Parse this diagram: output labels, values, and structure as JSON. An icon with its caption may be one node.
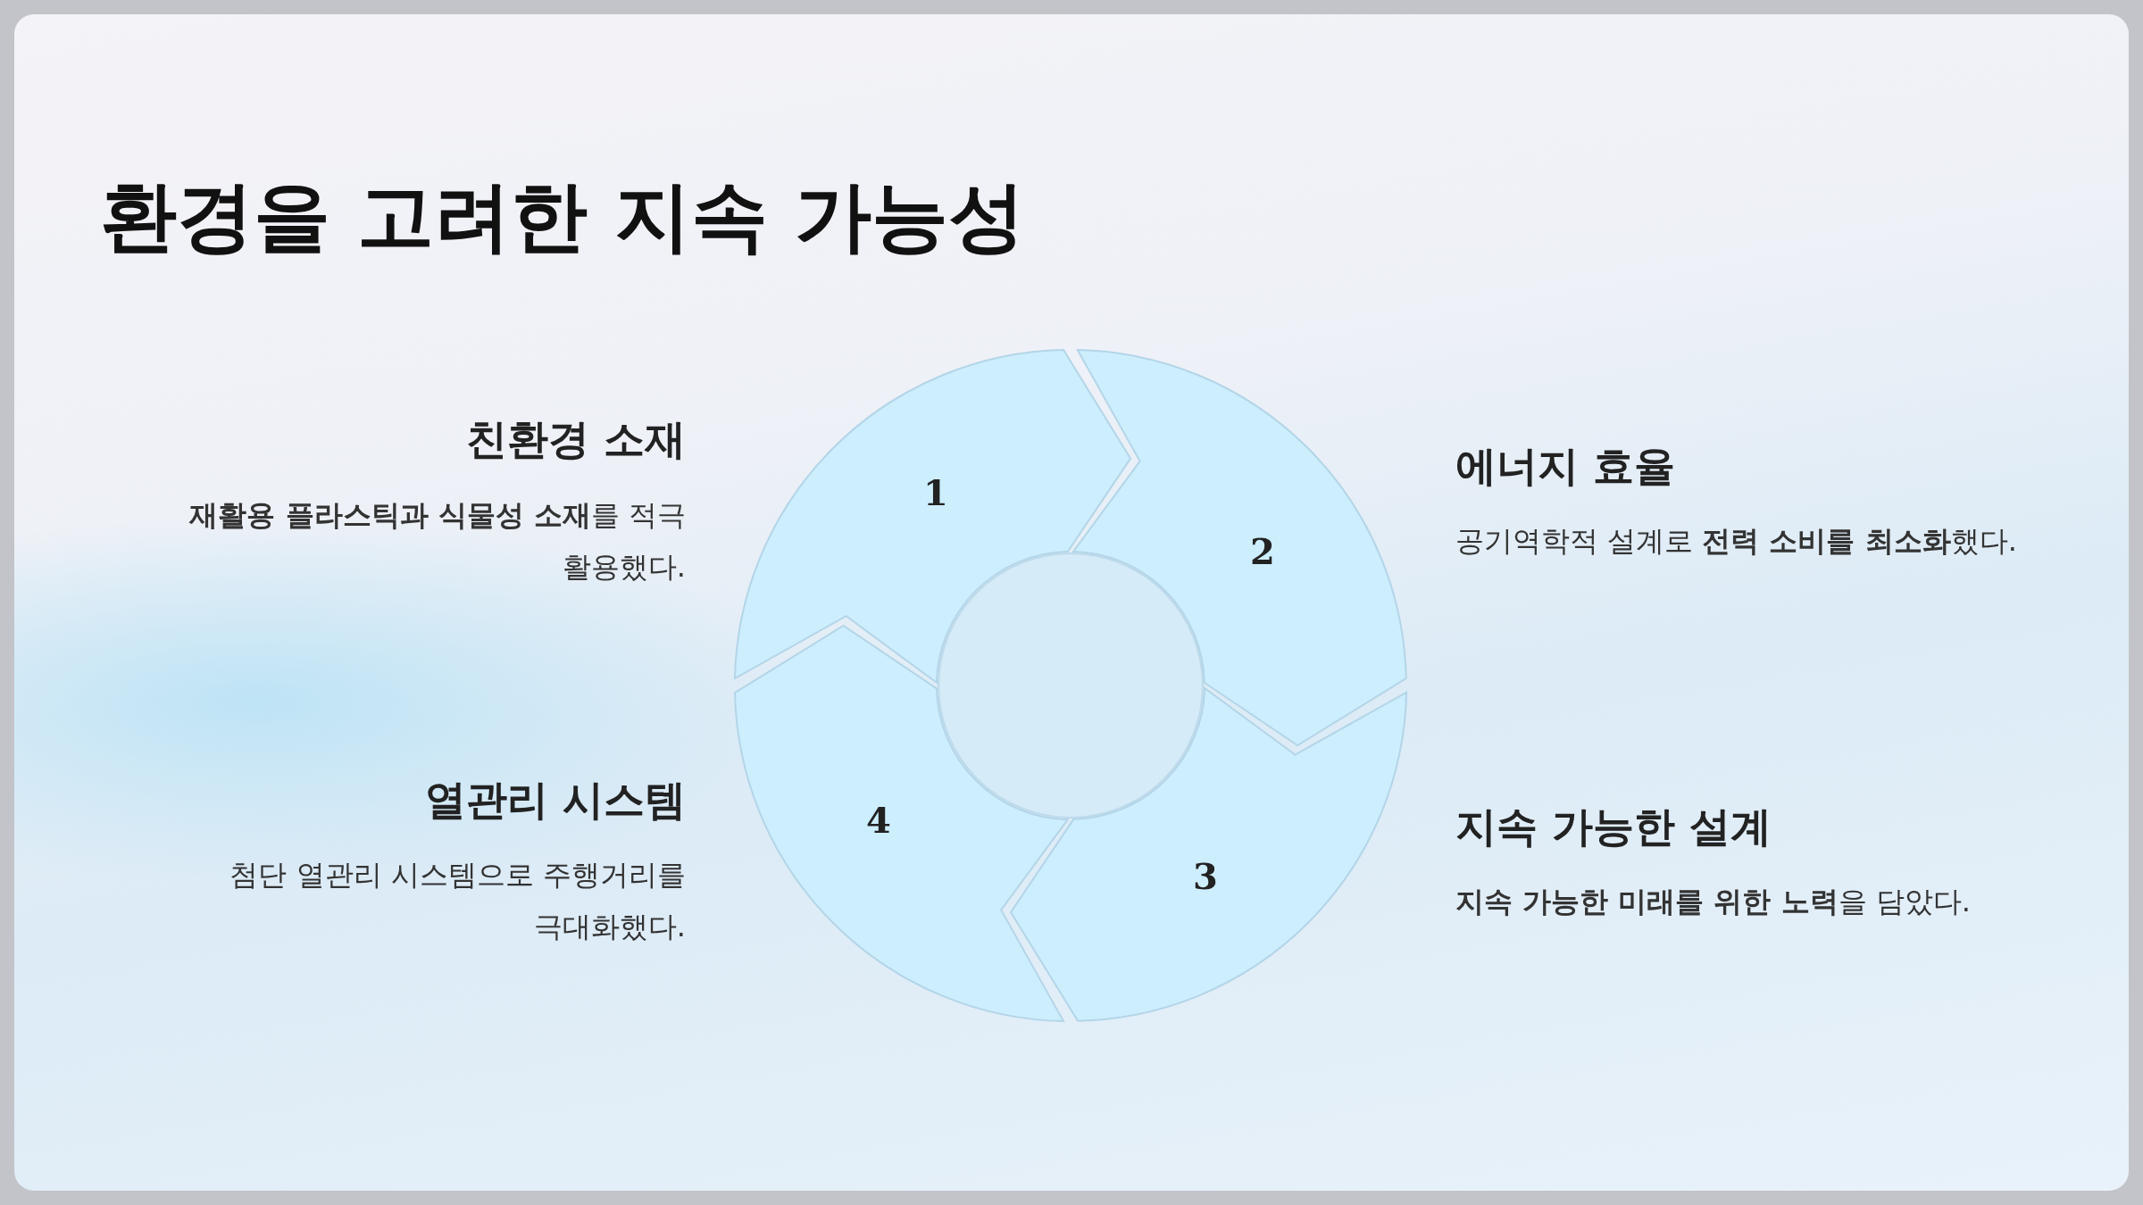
{
  "diagram": {
    "title": "환경을 고려한 지속 가능성",
    "nodes": [
      {
        "text": [
          "1"
        ]
      },
      {
        "text": [
          "2"
        ]
      },
      {
        "text": [
          "3"
        ]
      },
      {
        "text": [
          "4"
        ]
      },
      {
        "text": [],
        "shape": "circle"
      }
    ],
    "labels": [
      "친환경 소재",
      "**재활용 플라스틱과 식물성 소재**를 적극 활용했다.",
      "에너지 효율",
      "공기역학적 설계로 **전력 소비를 최소화**했다.",
      "열관리 시스템",
      "첨단 열관리 시스템으로 주행거리를 극대화했다.",
      "지속 가능한 설계",
      "**지속 가능한 미래를 위한 노력**을 담았다."
    ]
  }
}
